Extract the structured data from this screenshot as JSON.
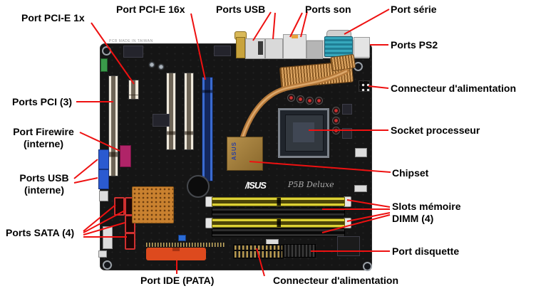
{
  "labels": {
    "pcie1x": "Port PCI-E 1x",
    "pcie16x": "Port PCI-E 16x",
    "usb": "Ports USB",
    "son": "Ports son",
    "serie": "Port série",
    "ps2": "Ports PS2",
    "alim_cpu": "Connecteur d'alimentation",
    "socket": "Socket processeur",
    "chipset": "Chipset",
    "memoire_line1": "Slots mémoire",
    "memoire_line2": "DIMM (4)",
    "disquette": "Port disquette",
    "ide": "Port IDE (PATA)",
    "alim_atx": "Connecteur d'alimentation",
    "sata": "Ports SATA (4)",
    "usb_int_line1": "Ports USB",
    "usb_int_line2": "(interne)",
    "firewire_line1": "Port Firewire",
    "firewire_line2": "(interne)",
    "pci": "Ports PCI (3)"
  },
  "board": {
    "logo": "/ISUS",
    "model": "P5B Deluxe",
    "silkscreen": "PCB MADE IN TAIWAN",
    "chipset_text": "ASUS"
  },
  "colors": {
    "callout_line": "#ee1111",
    "pcb": "#151515",
    "pcie16_blue": "#2a5cc8",
    "dimm_yellow": "#d6ca2f",
    "ide_orange": "#dd4a1e",
    "sata_red": "#d03030",
    "usb_header_blue": "#2b5ad0",
    "firewire_magenta": "#b02468",
    "serial_teal": "#33a0b5",
    "chipset_gold": "#a58344",
    "southbridge_copper": "#c9812f"
  }
}
